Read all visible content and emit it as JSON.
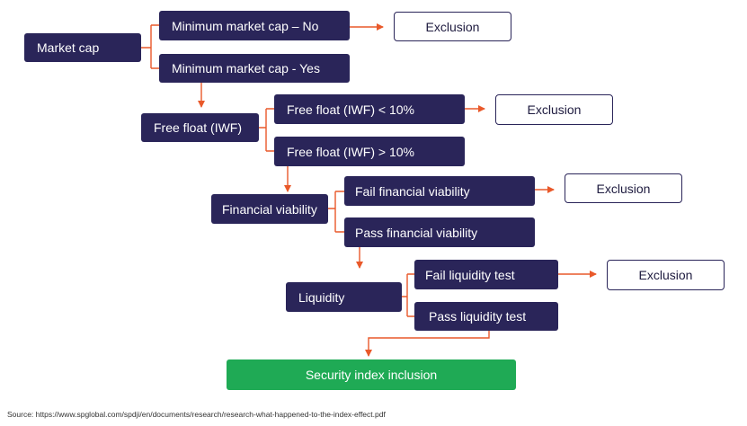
{
  "colors": {
    "node": "#2a2559",
    "arrow": "#e9592a",
    "inclusion": "#1faa55"
  },
  "nodes": {
    "market_cap": "Market cap",
    "min_cap_no": "Minimum market cap – No",
    "min_cap_yes": "Minimum market cap - Yes",
    "free_float": "Free float (IWF)",
    "ff_lt": "Free float (IWF) < 10%",
    "ff_gt": "Free float (IWF) > 10%",
    "financial_viability": "Financial viability",
    "fail_fin": "Fail financial viability",
    "pass_fin": "Pass financial viability",
    "liquidity": "Liquidity",
    "fail_liq": "Fail liquidity test",
    "pass_liq": "Pass liquidity test",
    "exclusion": "Exclusion",
    "inclusion": "Security index inclusion"
  },
  "source": "Source: https://www.spglobal.com/spdji/en/documents/research/research-what-happened-to-the-index-effect.pdf"
}
